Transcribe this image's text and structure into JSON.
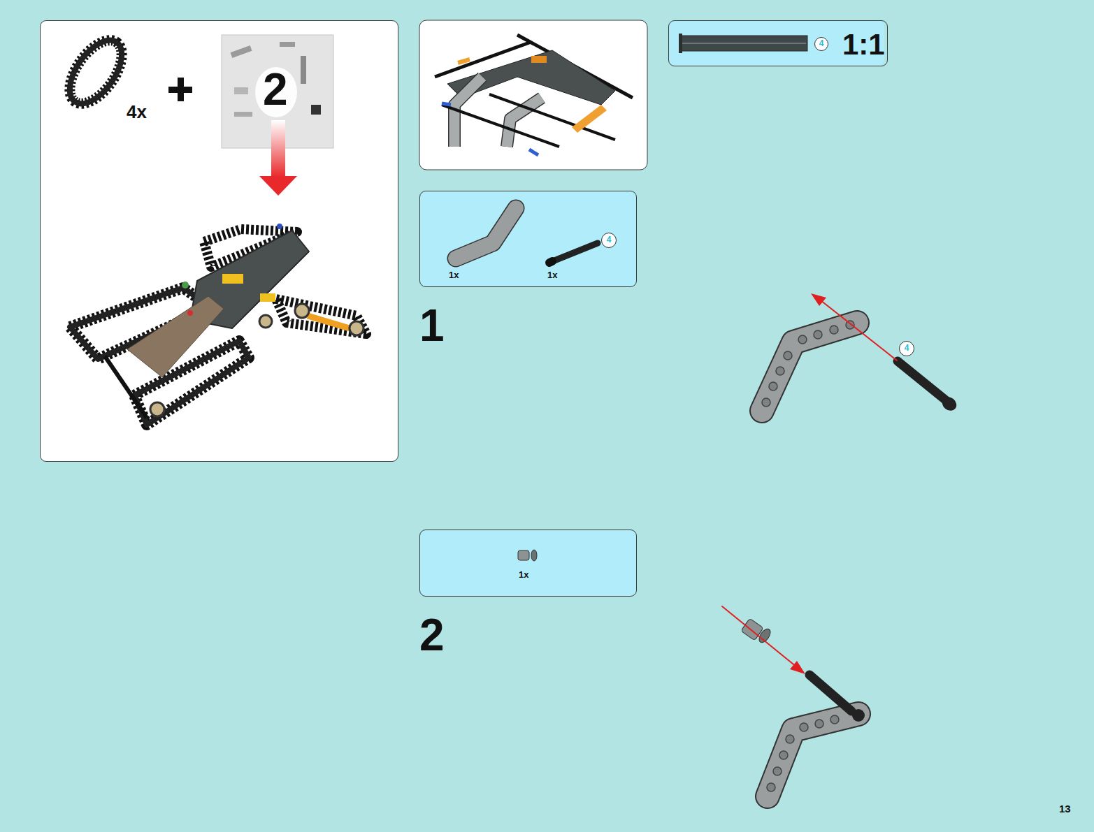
{
  "diagram": {
    "nodes": [
      {
        "text": [
          "4x",
          "2"
        ]
      },
      {
        "text": [
          "1:1"
        ]
      },
      {
        "text": [
          "4"
        ],
        "in": 1
      },
      {
        "text": [
          "1x",
          "1x"
        ]
      },
      {
        "text": [
          "4"
        ],
        "in": 3
      },
      {
        "text": [
          "4"
        ]
      },
      {
        "text": [
          "1x"
        ]
      }
    ],
    "labels": [
      "1",
      "2",
      "13"
    ]
  }
}
